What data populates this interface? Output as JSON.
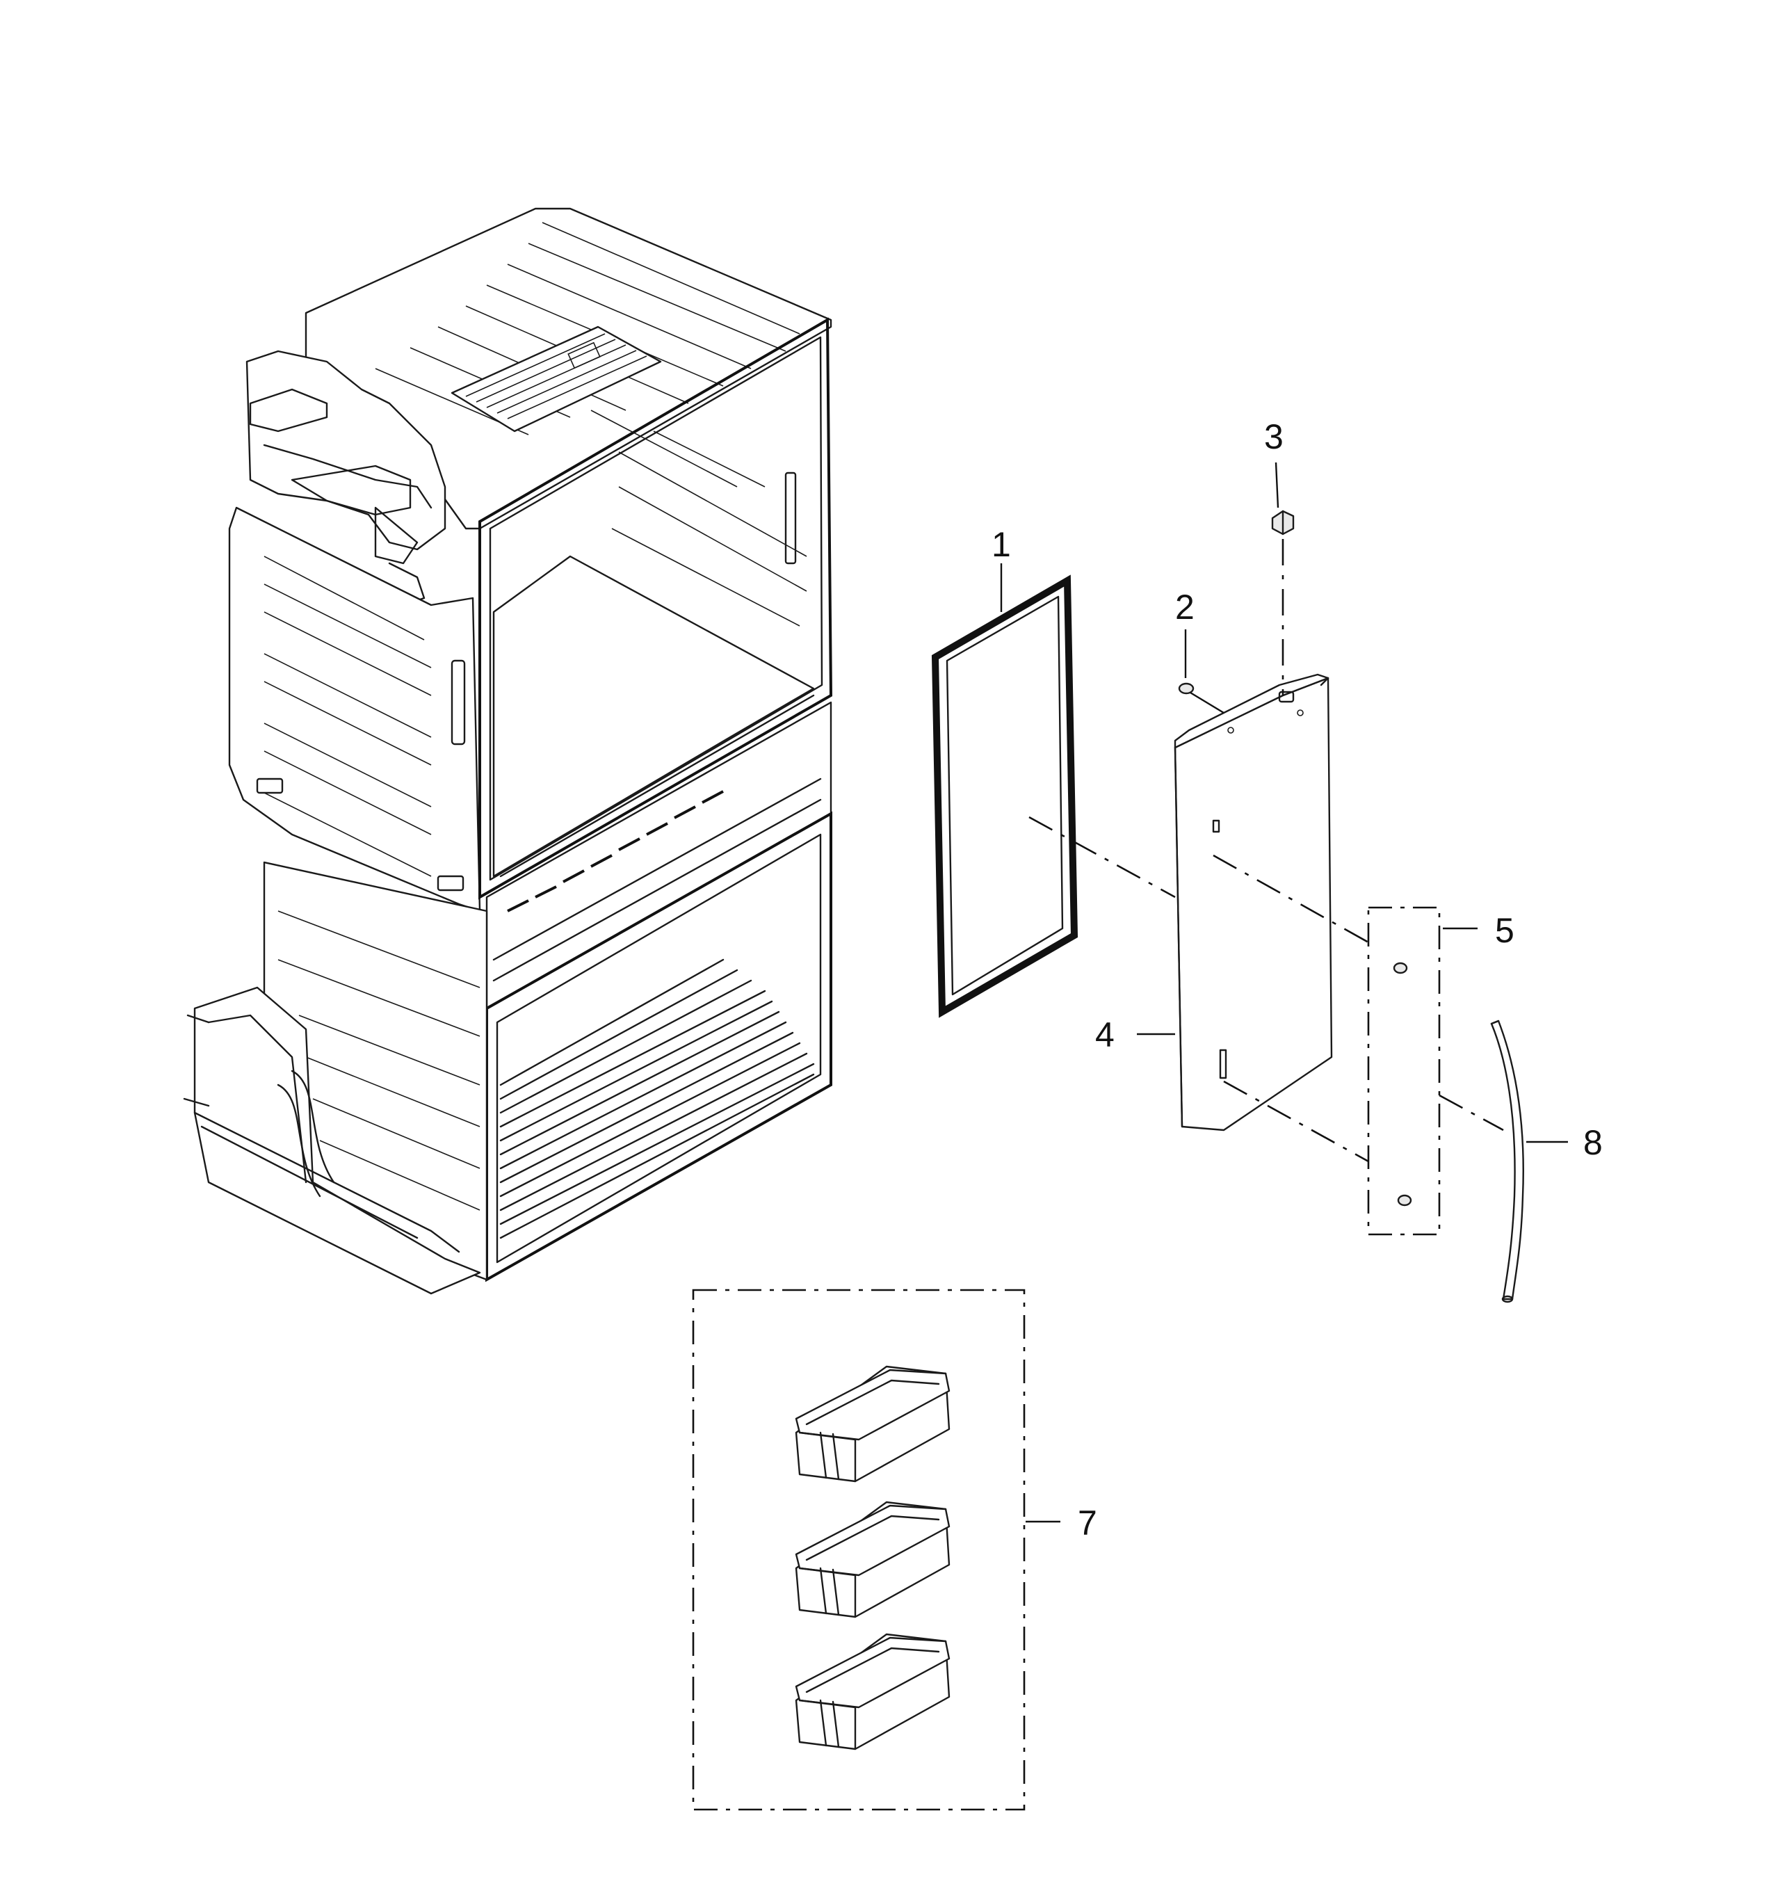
{
  "callouts": {
    "c1": "1",
    "c2": "2",
    "c3": "3",
    "c4": "4",
    "c5": "5",
    "c7": "7",
    "c8": "8"
  },
  "colors": {
    "line": "#1a1a1a",
    "background": "#ffffff"
  }
}
